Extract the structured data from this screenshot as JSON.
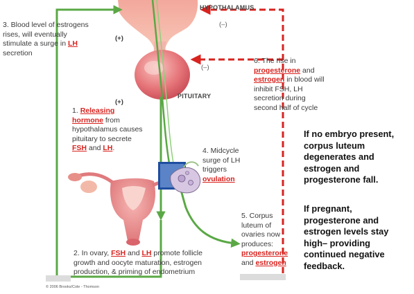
{
  "labels": {
    "hypothalamus": "HYPOTHALAMUS",
    "pituitary": "PITUITARY",
    "plus_1": "(+)",
    "plus_2": "(+)",
    "minus_1": "(–)",
    "minus_2": "(–)"
  },
  "step3": {
    "line1": "3. Blood level of estrogens",
    "line2": "rises, will eventually",
    "line3_pre": "stimulate a surge in ",
    "line3_red": "LH",
    "line4": "secretion"
  },
  "step6": {
    "line1": "6. The rise in",
    "line2_red": "progesterone",
    "line2_post": " and",
    "line3_red": "estrogen",
    "line3_post": " in blood will",
    "line4": "inhibit FSH, LH",
    "line5": "secretion during",
    "line6": "second half of cycle"
  },
  "step1": {
    "line1_pre": "1. ",
    "line1_red": "Releasing",
    "line2_red": "hormone",
    "line2_post": " from",
    "line3": "hypothalamus causes",
    "line4": "pituitary to secrete",
    "line5_red1": "FSH",
    "line5_mid": " and ",
    "line5_red2": "LH",
    "line5_post": "."
  },
  "step4": {
    "line1": "4. Midcycle",
    "line2": "surge of LH",
    "line3": "triggers",
    "line4_red": "ovulation"
  },
  "step5": {
    "line1": "5. Corpus",
    "line2": "luteum of",
    "line3": "ovaries now",
    "line4": "produces:",
    "line5_red": "progesterone",
    "line6_pre": "and ",
    "line6_red": "estrogen"
  },
  "step2": {
    "line1_pre": "2. In ovary, ",
    "line1_red1": "FSH",
    "line1_mid": " and ",
    "line1_red2": "LH",
    "line1_post": " promote follicle",
    "line2": "growth and oocyte maturation, estrogen",
    "line3": "production, & priming of endometrium"
  },
  "side_note_1": [
    "If no embryo present,",
    "corpus luteum",
    "degenerates and",
    "estrogen and",
    "progesterone fall."
  ],
  "side_note_2": [
    "If pregnant,",
    "progesterone and",
    "estrogen levels stay",
    "high– providing",
    "continued negative",
    "feedback."
  ],
  "copyright": "© 2006 Brooks/Cole - Thomson",
  "colors": {
    "green_arrow": "#5aa845",
    "red_dashed": "#d8231f",
    "tissue_pink": "#e07a7d",
    "tissue_light": "#f7c9c4"
  }
}
